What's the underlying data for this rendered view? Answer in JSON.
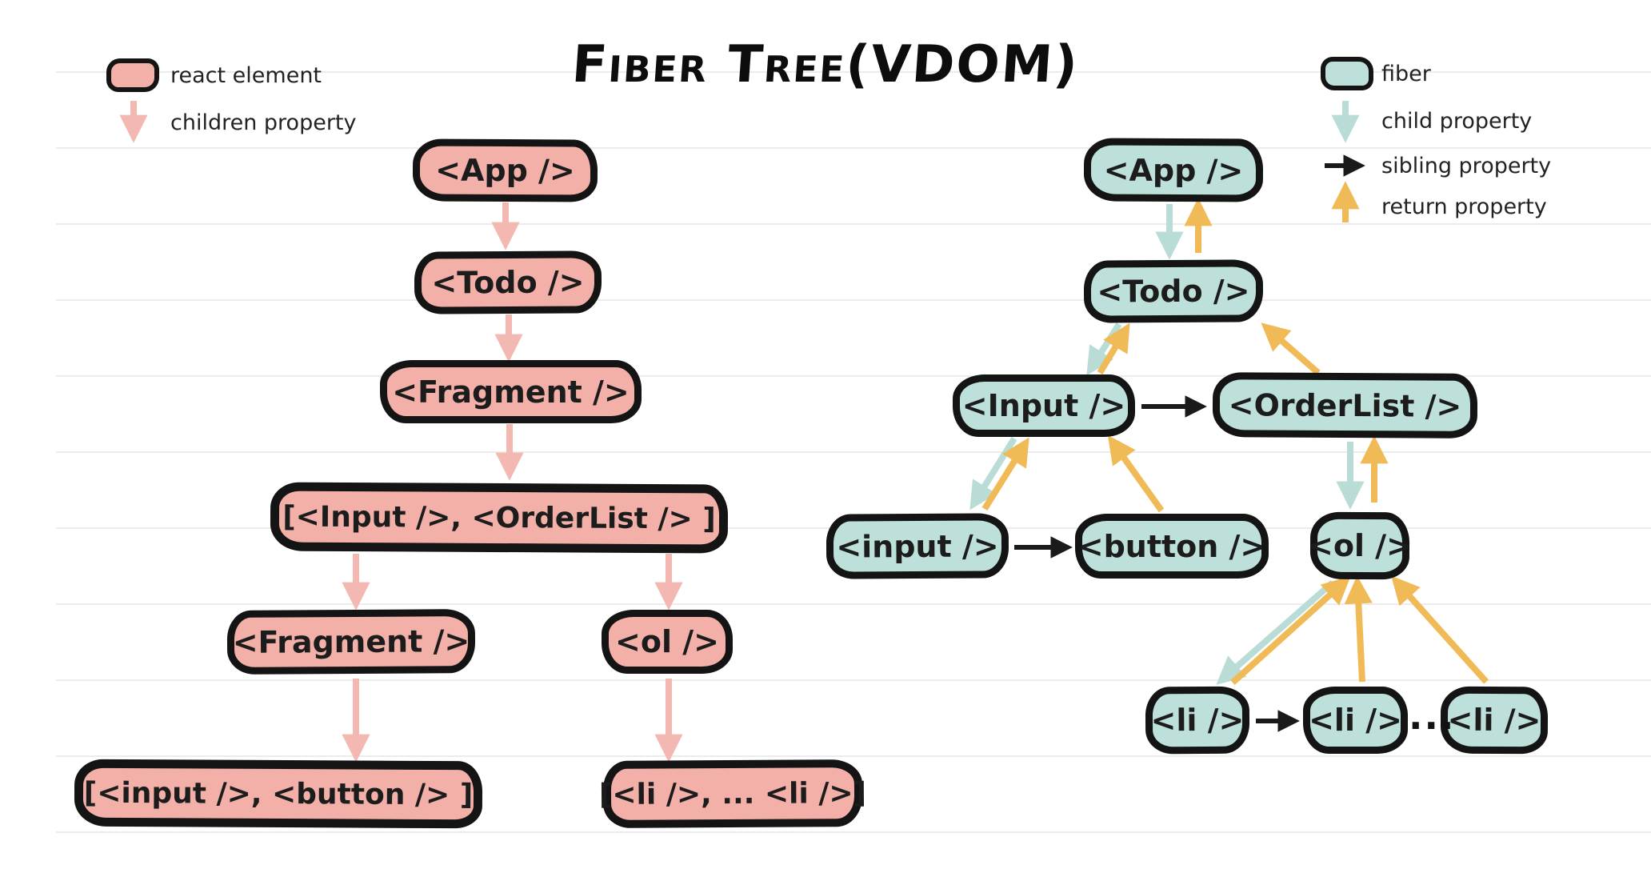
{
  "title": "Fiber Tree(VDOM)",
  "colors": {
    "react_element_fill": "#f2b0a9",
    "react_arrow": "#f3b8b1",
    "fiber_fill": "#bde0da",
    "child_arrow": "#badcd7",
    "sibling_arrow": "#1a1a1a",
    "return_arrow": "#f0ba57",
    "outline": "#141414",
    "ruled_line": "#ececec"
  },
  "legend_left": {
    "node_label": "react element",
    "arrow_label": "children property"
  },
  "legend_right": {
    "node_label": "fiber",
    "child_label": "child property",
    "sibling_label": "sibling property",
    "return_label": "return property"
  },
  "react_tree": {
    "nodes": [
      {
        "id": "app",
        "label": "<App />"
      },
      {
        "id": "todo",
        "label": "<Todo />"
      },
      {
        "id": "fragment",
        "label": "<Fragment />"
      },
      {
        "id": "children-array",
        "label": "[<Input />, <OrderList /> ]"
      },
      {
        "id": "fragment2",
        "label": "<Fragment />"
      },
      {
        "id": "ol",
        "label": "<ol />"
      },
      {
        "id": "input-button-array",
        "label": "[<input />, <button /> ]"
      },
      {
        "id": "li-array",
        "label": "[<li />, ... <li />]"
      }
    ],
    "edges": [
      {
        "from": "app",
        "to": "todo",
        "type": "children"
      },
      {
        "from": "todo",
        "to": "fragment",
        "type": "children"
      },
      {
        "from": "fragment",
        "to": "children-array",
        "type": "children"
      },
      {
        "from": "children-array",
        "to": "fragment2",
        "type": "children"
      },
      {
        "from": "children-array",
        "to": "ol",
        "type": "children"
      },
      {
        "from": "fragment2",
        "to": "input-button-array",
        "type": "children"
      },
      {
        "from": "ol",
        "to": "li-array",
        "type": "children"
      }
    ]
  },
  "fiber_tree": {
    "nodes": [
      {
        "id": "app",
        "label": "<App />"
      },
      {
        "id": "todo",
        "label": "<Todo />"
      },
      {
        "id": "input",
        "label": "<Input />"
      },
      {
        "id": "orderlist",
        "label": "<OrderList />"
      },
      {
        "id": "input-el",
        "label": "<input />"
      },
      {
        "id": "button",
        "label": "<button />"
      },
      {
        "id": "ol",
        "label": "<ol />"
      },
      {
        "id": "li1",
        "label": "<li />"
      },
      {
        "id": "li2",
        "label": "<li />"
      },
      {
        "id": "li3",
        "label": "<li />"
      }
    ],
    "ellipsis": "...",
    "edges": [
      {
        "from": "app",
        "to": "todo",
        "type": "child"
      },
      {
        "from": "todo",
        "to": "input",
        "type": "child"
      },
      {
        "from": "input",
        "to": "input-el",
        "type": "child"
      },
      {
        "from": "orderlist",
        "to": "ol",
        "type": "child"
      },
      {
        "from": "ol",
        "to": "li1",
        "type": "child"
      },
      {
        "from": "input",
        "to": "orderlist",
        "type": "sibling"
      },
      {
        "from": "input-el",
        "to": "button",
        "type": "sibling"
      },
      {
        "from": "li1",
        "to": "li2",
        "type": "sibling"
      },
      {
        "from": "todo",
        "to": "app",
        "type": "return"
      },
      {
        "from": "input",
        "to": "todo",
        "type": "return"
      },
      {
        "from": "orderlist",
        "to": "todo",
        "type": "return"
      },
      {
        "from": "input-el",
        "to": "input",
        "type": "return"
      },
      {
        "from": "button",
        "to": "input",
        "type": "return"
      },
      {
        "from": "ol",
        "to": "orderlist",
        "type": "return"
      },
      {
        "from": "li1",
        "to": "ol",
        "type": "return"
      },
      {
        "from": "li2",
        "to": "ol",
        "type": "return"
      },
      {
        "from": "li3",
        "to": "ol",
        "type": "return"
      }
    ]
  }
}
